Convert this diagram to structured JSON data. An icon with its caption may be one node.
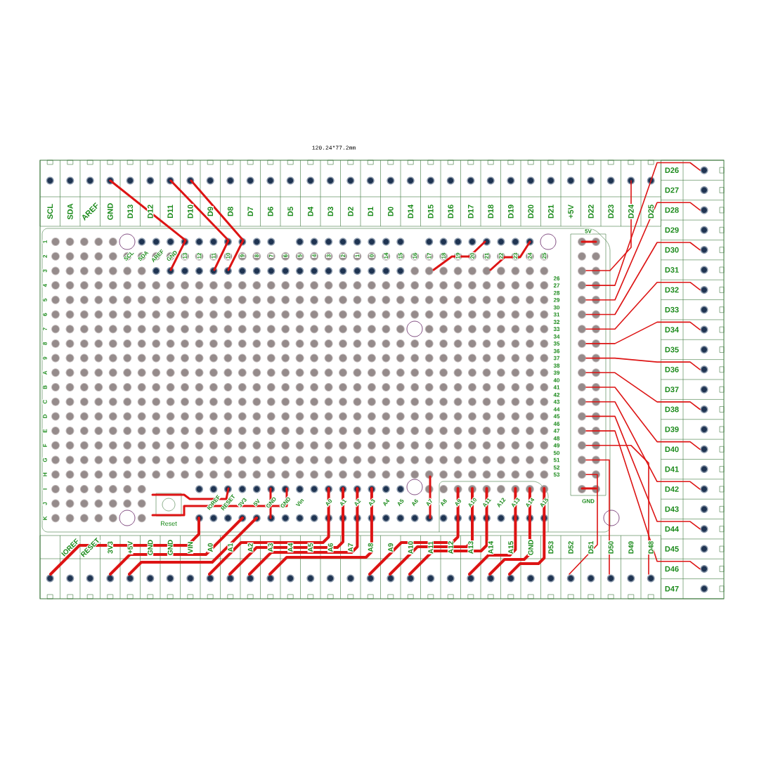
{
  "diagram": {
    "labels": [
      "120.24*77.2mm",
      "SCL",
      "SDA",
      "AREF",
      "GND",
      "D13",
      "D12",
      "D11",
      "D10",
      "D9",
      "D8",
      "D7",
      "D6",
      "D5",
      "D4",
      "D3",
      "D2",
      "D1",
      "D0",
      "D14",
      "D15",
      "D16",
      "D17",
      "D18",
      "D19",
      "D20",
      "D21",
      "+5V",
      "D22",
      "D23",
      "D24",
      "D25",
      "SCL",
      "SDA",
      "AREF",
      "GND",
      "13",
      "12",
      "11",
      "10",
      "9",
      "8",
      "7",
      "6",
      "5",
      "4",
      "3",
      "2",
      "1",
      "0",
      "14",
      "15",
      "16",
      "17",
      "18",
      "19",
      "20",
      "21",
      "22",
      "23",
      "24",
      "25",
      "1",
      "2",
      "3",
      "4",
      "5",
      "6",
      "7",
      "8",
      "9",
      "A",
      "B",
      "C",
      "D",
      "E",
      "F",
      "G",
      "H",
      "I",
      "J",
      "K",
      "26",
      "27",
      "28",
      "29",
      "30",
      "31",
      "32",
      "33",
      "34",
      "35",
      "36",
      "37",
      "38",
      "39",
      "40",
      "41",
      "42",
      "43",
      "44",
      "45",
      "46",
      "47",
      "48",
      "49",
      "50",
      "51",
      "52",
      "53",
      "5V",
      "GND",
      "IOREF",
      "RESET",
      "3V3",
      "5V",
      "GND",
      "GND",
      "Vin",
      "A0",
      "A1",
      "A2",
      "A3",
      "A4",
      "A5",
      "A6",
      "A7",
      "A8",
      "A9",
      "A10",
      "A11",
      "A12",
      "A13",
      "A14",
      "A15",
      "Reset",
      "D26",
      "D27",
      "D28",
      "D29",
      "D30",
      "D31",
      "D32",
      "D33",
      "D34",
      "D35",
      "D36",
      "D37",
      "D38",
      "D39",
      "D40",
      "D41",
      "D42",
      "D43",
      "D44",
      "D45",
      "D46",
      "D47",
      "IOREF",
      "RESET",
      "3V3",
      "+5V",
      "GND",
      "GND",
      "VIN",
      "A0",
      "A1",
      "A2",
      "A3",
      "A4",
      "A5",
      "A6",
      "A7",
      "A8",
      "A9",
      "A10",
      "A11",
      "A12",
      "A13",
      "A14",
      "A15",
      "GND",
      "D53",
      "D52",
      "D51",
      "D50",
      "D49",
      "D48"
    ]
  }
}
